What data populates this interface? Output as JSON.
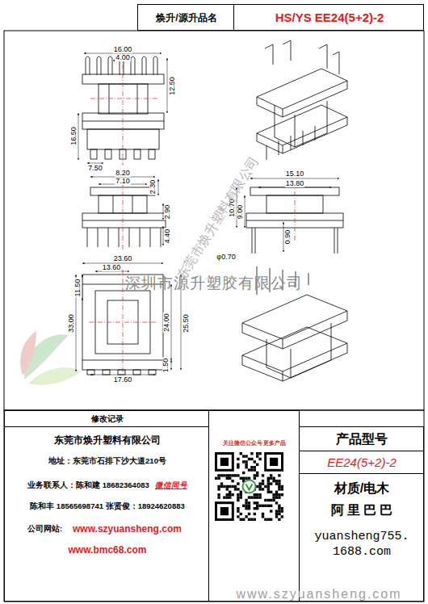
{
  "diagram": {
    "nodes": [
      {
        "text": [
          "焕升/源升品名"
        ]
      },
      {
        "text": [
          "HS/YS EE24(5+2)-2"
        ]
      },
      {
        "text": [
          "修改记录"
        ]
      },
      {
        "text": [
          "东莞市焕升塑料有限公司",
          "地址：东莞市石排下沙大道210号",
          "业务联系人：陈和建 18682364083",
          "微信同号",
          "陈和丰 18565698741 张贤俊：18924620883",
          "公司网站:",
          "www.szyuansheng.com",
          "www.bmc68.com"
        ]
      },
      {
        "text": [
          "关注微信公众号 更多产品"
        ]
      },
      {
        "text": [
          "产品型号"
        ]
      },
      {
        "text": [
          "EE24(5+2)-2"
        ]
      },
      {
        "text": [
          "材质/电木",
          "阿 里 巴 巴",
          "yuansheng755. 1688.com"
        ]
      }
    ],
    "labels": [
      "16.00",
      "4.00",
      "12.50",
      "16.50",
      "7.50",
      "8.20",
      "7.10",
      "2.30",
      "2.90",
      "4.40",
      "15.10",
      "13.80",
      "10.70",
      "9.00",
      "0.90",
      "φ0.70",
      "23.60",
      "13.60",
      "11.50",
      "33.00",
      "24.00",
      "25.50",
      "1.50",
      "17.60",
      "深圳市源升塑胶有限公司",
      "东莞市焕升塑料有限公司",
      "www.szyuansheng.com"
    ]
  }
}
